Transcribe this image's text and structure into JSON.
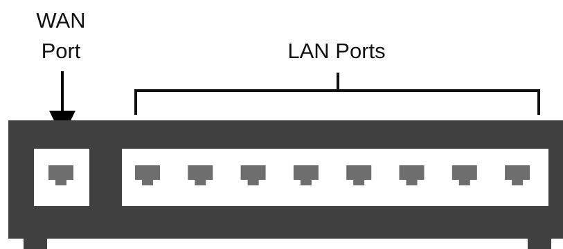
{
  "wan_label": {
    "line1": "WAN",
    "line2": "Port"
  },
  "lan_label": "LAN Ports",
  "router": {
    "body_color": "#404040",
    "panel_color": "#ffffff",
    "port_color": "#6e6e6e",
    "lan_port_count": 8,
    "wan_port_count": 1
  }
}
